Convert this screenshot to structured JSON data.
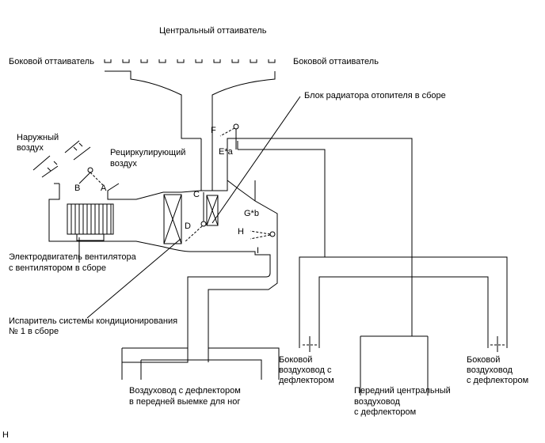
{
  "labels": {
    "center_defroster": "Центральный оттаиватель",
    "side_defroster_left": "Боковой оттаиватель",
    "side_defroster_right": "Боковой оттаиватель",
    "heater_core": "Блок радиатора отопителя в сборе",
    "fresh_air_1": "Наружный",
    "fresh_air_2": "воздух",
    "recirc_air_1": "Рециркулирующий",
    "recirc_air_2": "воздух",
    "blower_motor_1": "Электродвигатель вентилятора",
    "blower_motor_2": "с вентилятором в сборе",
    "evaporator_1": "Испаритель системы кондиционирования",
    "evaporator_2": "№ 1 в сборе",
    "side_duct_left_1": "Боковой",
    "side_duct_left_2": "воздуховод с",
    "side_duct_left_3": "дефлектором",
    "side_duct_right_1": "Боковой",
    "side_duct_right_2": "воздуховод",
    "side_duct_right_3": "с дефлектором",
    "foot_duct_1": "Воздуховод с дефлектором",
    "foot_duct_2": "в передней выемке для ног",
    "center_duct_1": "Передний центральный",
    "center_duct_2": "воздуховод",
    "center_duct_3": "с дефлектором",
    "corner_mark": "H"
  },
  "damper_letters": {
    "a": "A",
    "b": "B",
    "c": "C",
    "d": "D",
    "e": "E*a",
    "f": "F",
    "g": "G*b",
    "h": "H",
    "i": "I"
  }
}
